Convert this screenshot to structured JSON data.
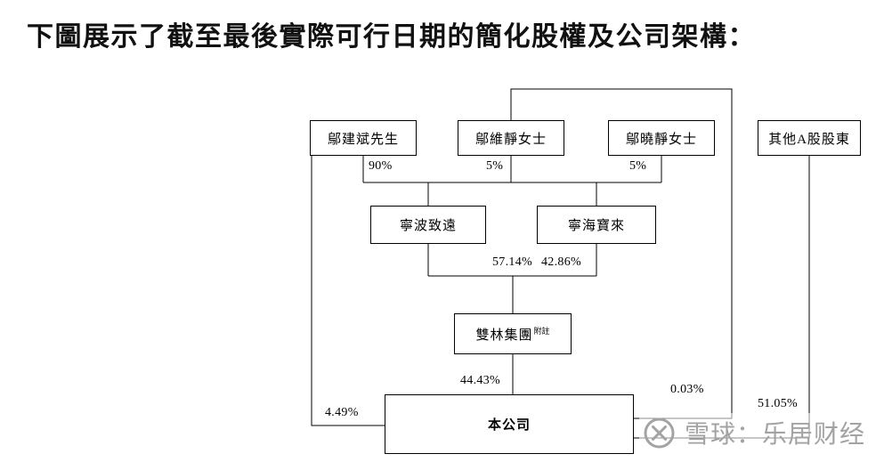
{
  "title": "下圖展示了截至最後實際可行日期的簡化股權及公司架構：",
  "diagram": {
    "nodes": {
      "wu_jianbin": {
        "label": "鄔建斌先生"
      },
      "wu_weijing": {
        "label": "鄔維靜女士"
      },
      "wu_xiaojing": {
        "label": "鄔曉靜女士"
      },
      "other_a_holders": {
        "label": "其他A股股東"
      },
      "ningbo_zhiyuan": {
        "label": "寧波致遠"
      },
      "ninghai_baolai": {
        "label": "寧海寶來"
      },
      "shuanglin_group": {
        "label": "雙林集團",
        "note": "附註"
      },
      "company": {
        "label": "本公司"
      }
    },
    "labels": {
      "p90": "90%",
      "p5a": "5%",
      "p5b": "5%",
      "p5714": "57.14%",
      "p4286": "42.86%",
      "p4443": "44.43%",
      "p449": "4.49%",
      "p003": "0.03%",
      "p5105": "51.05%"
    }
  },
  "watermark": {
    "site": "雪球：乐居财经",
    "icon": "xueqiu-logo"
  },
  "colors": {
    "line": "#000000",
    "text": "#000000",
    "watermark": "#a3a3a3",
    "background": "#ffffff"
  }
}
